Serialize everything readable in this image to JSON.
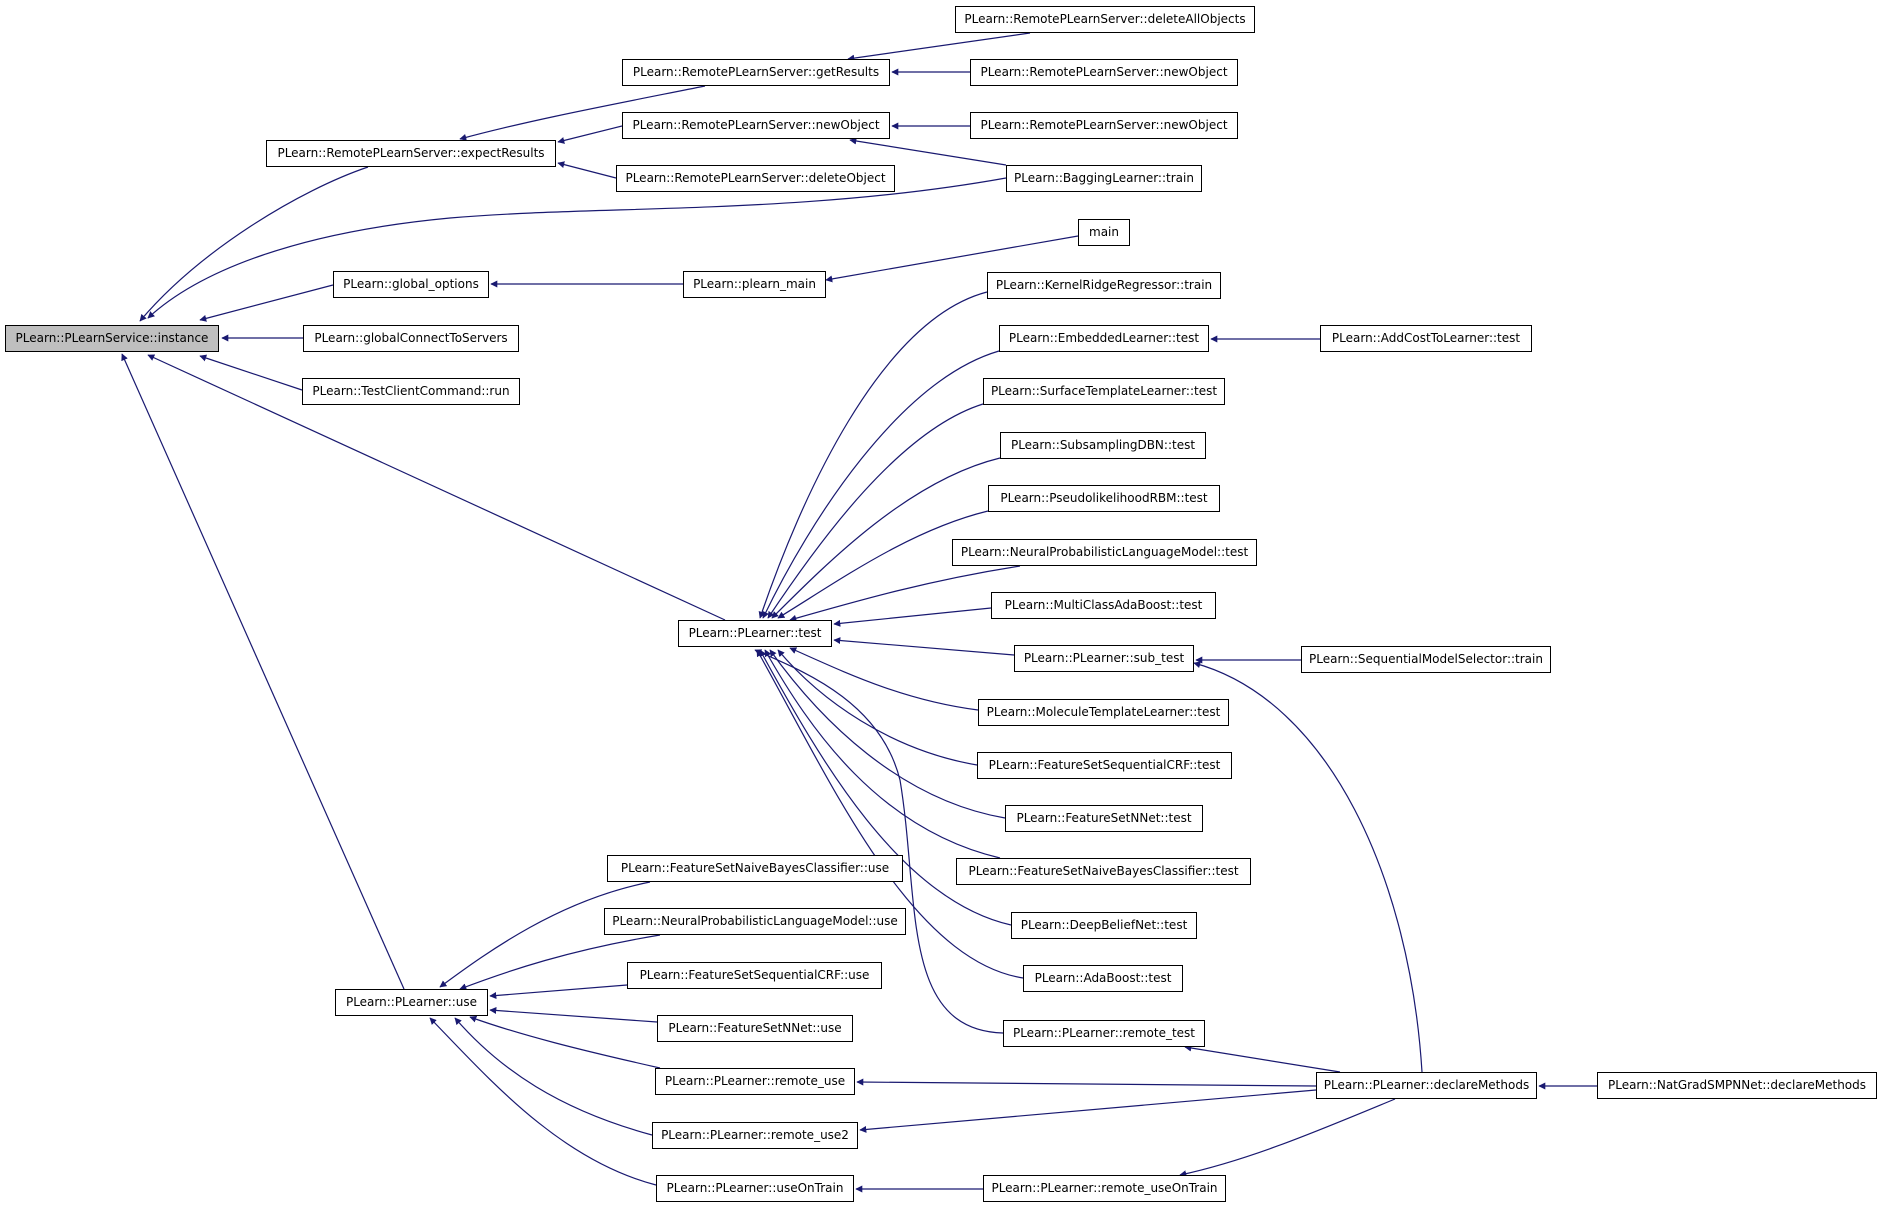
{
  "colors": {
    "edge": "#191970",
    "root_fill": "#bfbfbf",
    "node_fill": "#ffffff",
    "node_border": "#000000"
  },
  "nodes": {
    "instance": "PLearn::PLearnService::instance",
    "expectResults": "PLearn::RemotePLearnServer::expectResults",
    "getResults": "PLearn::RemotePLearnServer::getResults",
    "deleteAllObjects": "PLearn::RemotePLearnServer::deleteAllObjects",
    "newObject_a": "PLearn::RemotePLearnServer::newObject",
    "newObject_mid": "PLearn::RemotePLearnServer::newObject",
    "newObject_b": "PLearn::RemotePLearnServer::newObject",
    "deleteObject": "PLearn::RemotePLearnServer::deleteObject",
    "baggingTrain": "PLearn::BaggingLearner::train",
    "main": "main",
    "global_options": "PLearn::global_options",
    "plearn_main": "PLearn::plearn_main",
    "globalConnect": "PLearn::globalConnectToServers",
    "testClientRun": "PLearn::TestClientCommand::run",
    "kernelRidge": "PLearn::KernelRidgeRegressor::train",
    "embeddedTest": "PLearn::EmbeddedLearner::test",
    "addCostTest": "PLearn::AddCostToLearner::test",
    "surfaceTest": "PLearn::SurfaceTemplateLearner::test",
    "subsamplingTest": "PLearn::SubsamplingDBN::test",
    "pseudoTest": "PLearn::PseudolikelihoodRBM::test",
    "nplmTest": "PLearn::NeuralProbabilisticLanguageModel::test",
    "multiClassTest": "PLearn::MultiClassAdaBoost::test",
    "plearnerTest": "PLearn::PLearner::test",
    "subTest": "PLearn::PLearner::sub_test",
    "seqModelTrain": "PLearn::SequentialModelSelector::train",
    "moleculeTest": "PLearn::MoleculeTemplateLearner::test",
    "fsCrfTest": "PLearn::FeatureSetSequentialCRF::test",
    "fsNNetTest": "PLearn::FeatureSetNNet::test",
    "fsNbTest": "PLearn::FeatureSetNaiveBayesClassifier::test",
    "dbnTest": "PLearn::DeepBeliefNet::test",
    "adaTest": "PLearn::AdaBoost::test",
    "remoteTest": "PLearn::PLearner::remote_test",
    "fsNbUse": "PLearn::FeatureSetNaiveBayesClassifier::use",
    "nplmUse": "PLearn::NeuralProbabilisticLanguageModel::use",
    "fsCrfUse": "PLearn::FeatureSetSequentialCRF::use",
    "fsNNetUse": "PLearn::FeatureSetNNet::use",
    "plearnerUse": "PLearn::PLearner::use",
    "remoteUse": "PLearn::PLearner::remote_use",
    "remoteUse2": "PLearn::PLearner::remote_use2",
    "useOnTrain": "PLearn::PLearner::useOnTrain",
    "remoteUseOnTrain": "PLearn::PLearner::remote_useOnTrain",
    "declareMethods": "PLearn::PLearner::declareMethods",
    "natGradDeclare": "PLearn::NatGradSMPNNet::declareMethods"
  }
}
